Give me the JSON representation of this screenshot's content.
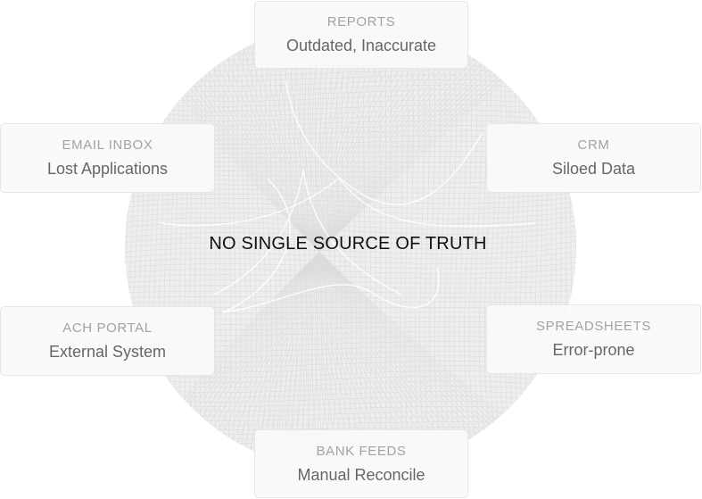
{
  "center": {
    "title": "NO SINGLE SOURCE OF TRUTH"
  },
  "nodes": {
    "reports": {
      "label": "REPORTS",
      "description": "Outdated, Inaccurate"
    },
    "email_inbox": {
      "label": "EMAIL INBOX",
      "description": "Lost Applications"
    },
    "crm": {
      "label": "CRM",
      "description": "Siloed Data"
    },
    "ach_portal": {
      "label": "ACH PORTAL",
      "description": "External System"
    },
    "spreadsheets": {
      "label": "SPREADSHEETS",
      "description": "Error-prone"
    },
    "bank_feeds": {
      "label": "BANK FEEDS",
      "description": "Manual Reconcile"
    }
  },
  "colors": {
    "circle_fill": "#eeeeee",
    "mesh_line": "#dcdcdc",
    "node_label": "#a3a3a3",
    "node_description": "#666666",
    "center_text": "#111111"
  }
}
